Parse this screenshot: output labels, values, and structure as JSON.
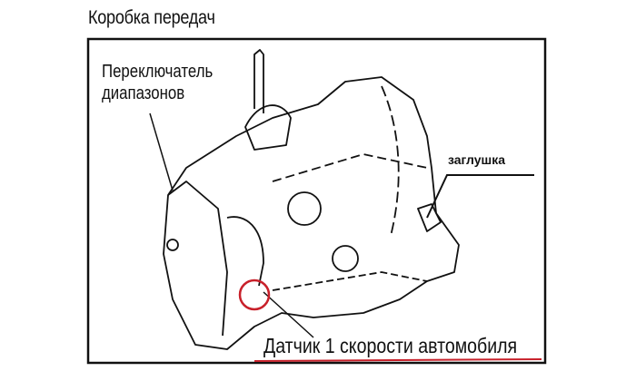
{
  "title": "Коробка передач",
  "labels": {
    "range_switch_line1": "Переключатель",
    "range_switch_line2": "диапазонов",
    "plug": "заглушка",
    "speed_sensor": "Датчик 1 скорости автомобиля"
  },
  "colors": {
    "highlight": "#c8202a",
    "ink": "#111111"
  }
}
